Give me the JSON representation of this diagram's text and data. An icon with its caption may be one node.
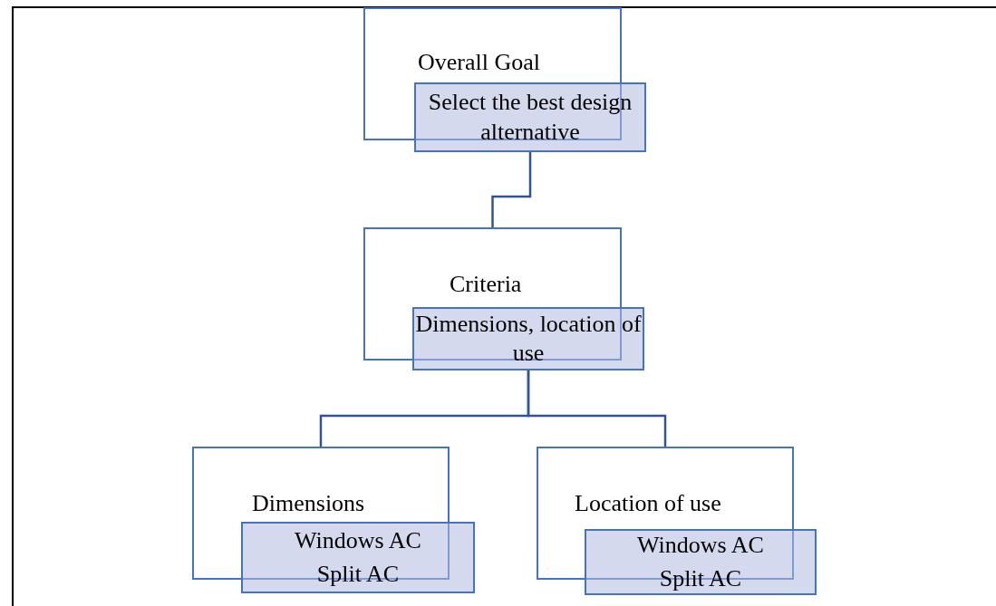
{
  "diagram": {
    "nodes": [
      {
        "text": [
          "Overall Goal"
        ]
      },
      {
        "text": [
          "Select the best design alternative"
        ]
      },
      {
        "text": [
          "Criteria"
        ]
      },
      {
        "text": [
          "Dimensions, location of use"
        ]
      },
      {
        "text": [
          "Dimensions"
        ]
      },
      {
        "text": [
          "Windows AC",
          "Split AC"
        ]
      },
      {
        "text": [
          "Location of use"
        ]
      },
      {
        "text": [
          "Windows AC",
          "Split AC"
        ]
      }
    ],
    "edges": [
      {
        "from": 1,
        "to": 2,
        "arrow": "none"
      },
      {
        "from": 3,
        "to": 4,
        "arrow": "none"
      },
      {
        "from": 3,
        "to": 6,
        "arrow": "none"
      }
    ]
  }
}
